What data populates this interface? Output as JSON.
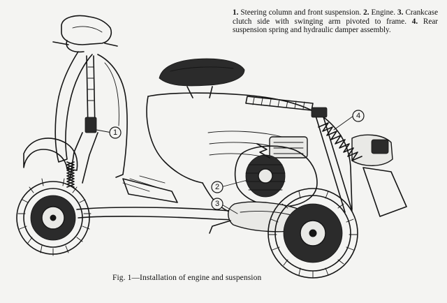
{
  "legend": [
    {
      "num": "1.",
      "text": "Steering column and front suspension."
    },
    {
      "num": "2.",
      "text": "Engine."
    },
    {
      "num": "3.",
      "text": "Crankcase clutch side with swinging arm pivoted to frame."
    },
    {
      "num": "4.",
      "text": "Rear suspension spring and hydraulic damper assembly."
    }
  ],
  "callouts": [
    "1",
    "2",
    "3",
    "4"
  ],
  "caption": "Fig. 1—Installation of engine and suspension"
}
